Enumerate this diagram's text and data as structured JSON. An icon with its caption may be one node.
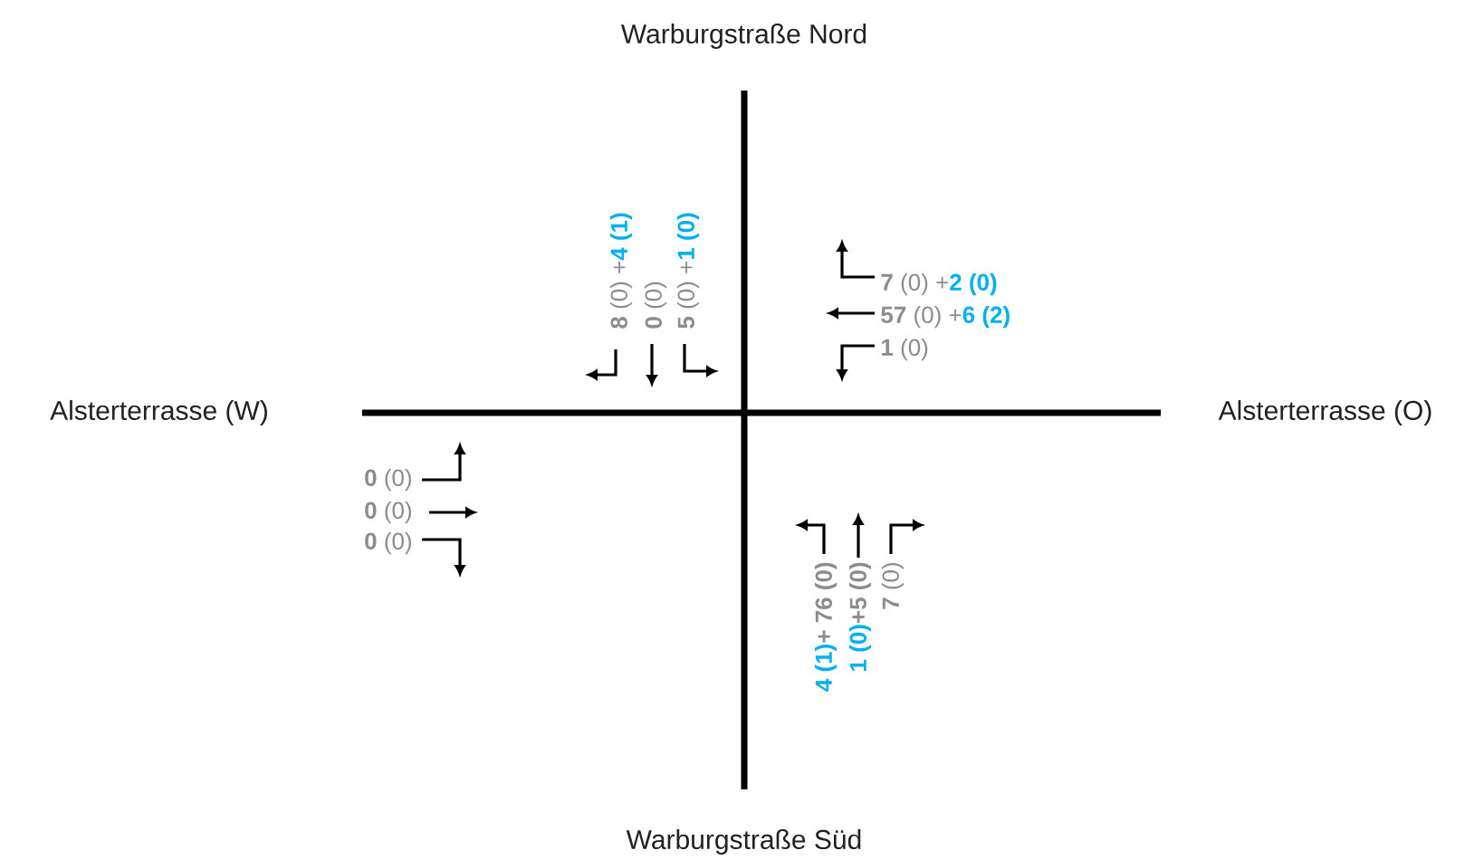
{
  "diagram": {
    "labels": [
      "Warburgstraße Nord",
      "Alsterterrasse (W)",
      "Alsterterrasse (O)",
      "**8** (0) +",
      "4 (1)",
      "**0** (0)",
      "**5** (0) +",
      "1 (0)",
      "**7** (0) +",
      "2 (0)",
      "**57** (0) +",
      "6 (2)",
      "**1** (0)",
      "**0** (0)",
      "**0** (0)",
      "**0** (0)",
      "4 (1)",
      "+ **76** (0)",
      "1 (0)",
      "+**5** (0)",
      "**7** (0)",
      "Warburgstraße Süd"
    ]
  }
}
